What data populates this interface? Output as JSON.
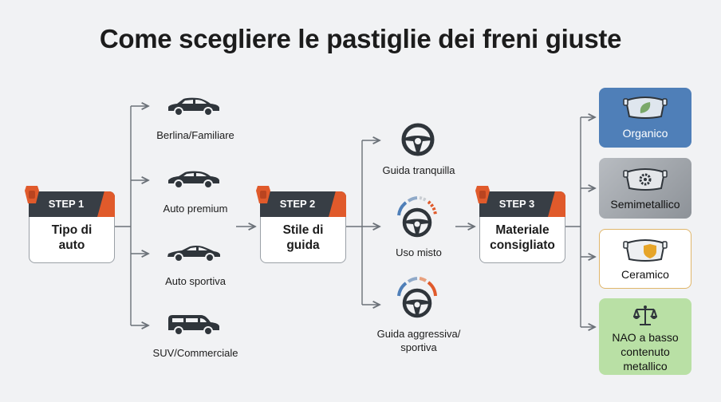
{
  "title": "Come scegliere le pastiglie dei freni giuste",
  "steps": [
    {
      "badge": "STEP 1",
      "text": "Tipo di auto"
    },
    {
      "badge": "STEP 2",
      "text": "Stile di guida"
    },
    {
      "badge": "STEP 3",
      "text": "Materiale consigliato"
    }
  ],
  "car_types": [
    {
      "label": "Berlina/Familiare",
      "icon": "sedan-car-icon"
    },
    {
      "label": "Auto premium",
      "icon": "premium-car-icon"
    },
    {
      "label": "Auto sportiva",
      "icon": "sports-car-icon"
    },
    {
      "label": "SUV/Commerciale",
      "icon": "suv-van-icon"
    }
  ],
  "driving_styles": [
    {
      "label": "Guida tranquilla",
      "icon": "steering-wheel-icon"
    },
    {
      "label": "Uso misto",
      "icon": "steering-wheel-gauge-icon"
    },
    {
      "label": "Guida aggressiva/ sportiva",
      "icon": "steering-wheel-gauge-icon"
    }
  ],
  "materials": [
    {
      "label": "Organico",
      "icon": "brake-pad-leaf-icon",
      "color": "#4f7fb8"
    },
    {
      "label": "Semimetallico",
      "icon": "brake-pad-gear-icon",
      "color": "#9ea2a8"
    },
    {
      "label": "Ceramico",
      "icon": "brake-pad-shield-icon",
      "color": "#ffffff"
    },
    {
      "label": "NAO a basso contenuto metallico",
      "icon": "scales-icon",
      "color": "#b9e0a5"
    }
  ],
  "colors": {
    "accent": "#e05a2b",
    "header": "#383e45",
    "line": "#6b7178"
  }
}
